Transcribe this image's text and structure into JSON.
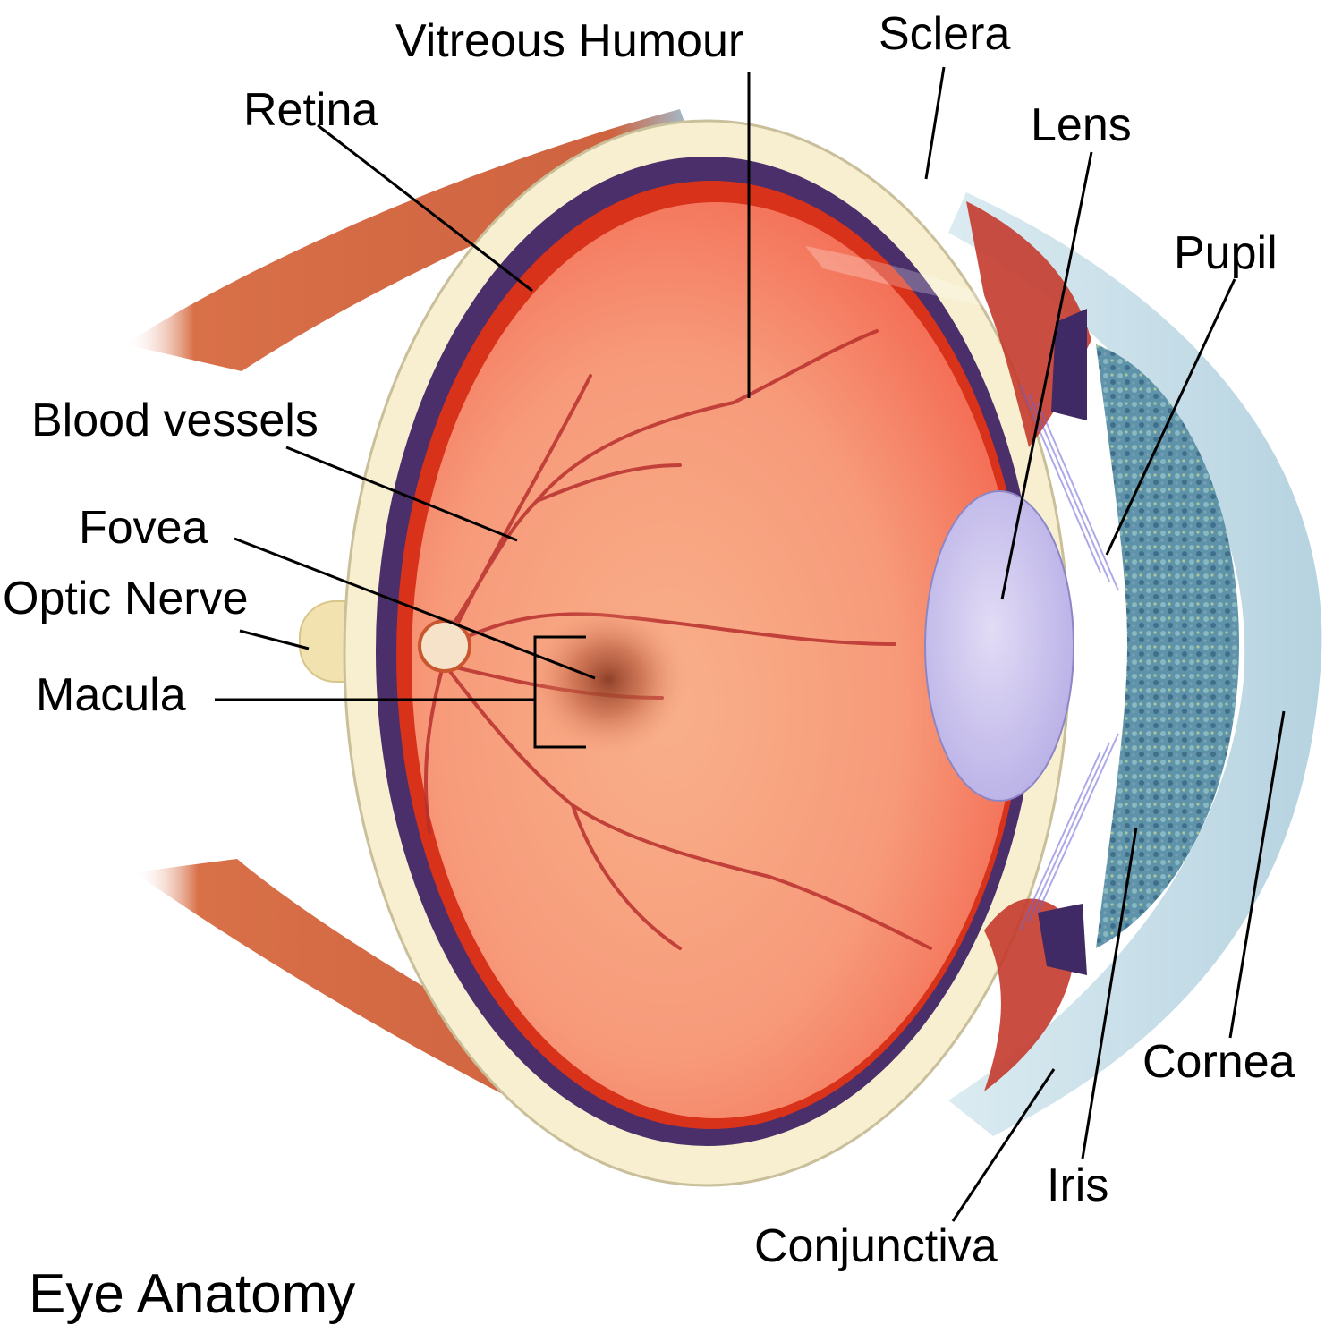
{
  "title": "Eye Anatomy",
  "labels": {
    "vitreous_humour": "Vitreous Humour",
    "sclera": "Sclera",
    "retina": "Retina",
    "lens": "Lens",
    "pupil": "Pupil",
    "blood_vessels": "Blood vessels",
    "fovea": "Fovea",
    "optic_nerve": "Optic Nerve",
    "macula": "Macula",
    "cornea": "Cornea",
    "iris": "Iris",
    "conjunctiva": "Conjunctiva"
  },
  "colors": {
    "muscle": "#d2673f",
    "sclera": "#f7efcf",
    "choroid": "#4a2f6a",
    "retina_edge": "#d8321a",
    "vitreous": "#f77f6a",
    "lens": "#c9c2ec",
    "iris": "#5d8fa8",
    "cornea": "#bcd9e6",
    "macula": "#a4462e",
    "vessel": "#b8302e"
  }
}
